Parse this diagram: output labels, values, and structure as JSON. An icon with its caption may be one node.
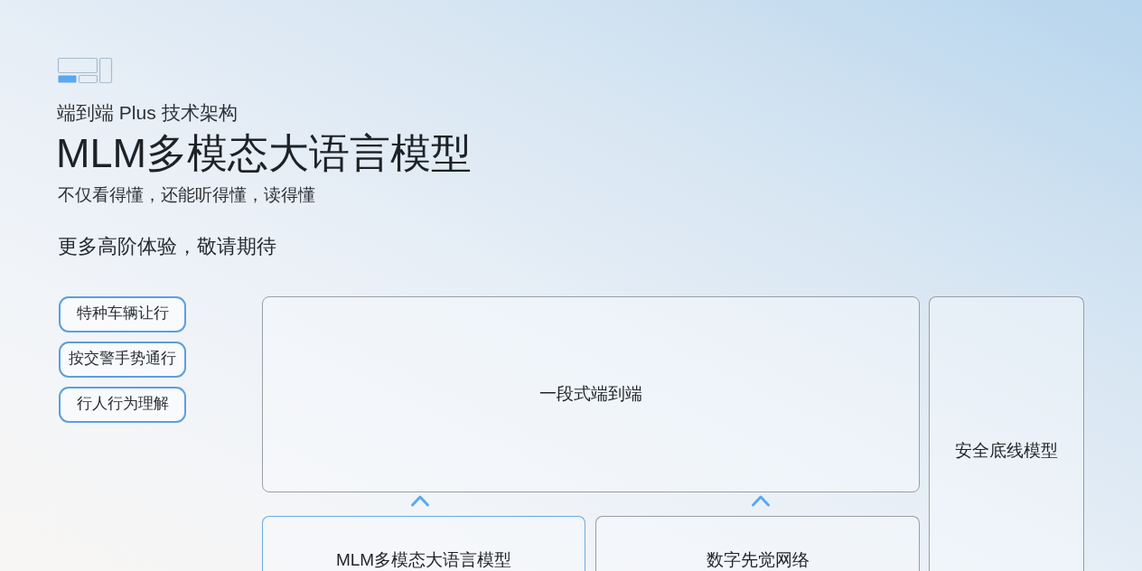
{
  "diagram": {
    "title": "MLM多模态大语言模型",
    "nodes": [
      {
        "text": [
          "特种车辆让行"
        ]
      },
      {
        "text": [
          "按交警手势通行"
        ]
      },
      {
        "text": [
          "行人行为理解"
        ]
      },
      {
        "text": [
          "一段式端到端"
        ]
      },
      {
        "text": [
          "安全底线模型"
        ]
      },
      {
        "text": [
          "MLM多模态大语言模型"
        ]
      },
      {
        "text": [
          "数字先觉网络"
        ]
      }
    ],
    "edges": [
      {
        "from": 5,
        "to": 3,
        "arrow": "to"
      },
      {
        "from": 6,
        "to": 3,
        "arrow": "to"
      }
    ],
    "labels": [
      "端到端 Plus 技术架构",
      "不仅看得懂，还能听得懂，读得懂",
      "更多高阶体验，敬请期待"
    ]
  }
}
